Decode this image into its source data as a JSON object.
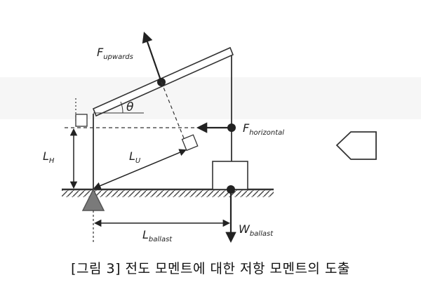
{
  "labels": {
    "f_upwards": {
      "main": "F",
      "sub": "upwards"
    },
    "f_horizontal": {
      "main": "F",
      "sub": "horizontal"
    },
    "theta": "θ",
    "l_h": {
      "main": "L",
      "sub": "H"
    },
    "l_u": {
      "main": "L",
      "sub": "U"
    },
    "l_ballast": {
      "main": "L",
      "sub": "ballast"
    },
    "w_ballast": {
      "main": "W",
      "sub": "ballast"
    }
  },
  "caption": "[그림 3] 전도 모멘트에 대한 저항 모멘트의 도출",
  "colors": {
    "ink": "#222222",
    "ground": "#444444",
    "pivot": "#777777",
    "background": "#ffffff",
    "faint_watermark": "#f0f0f0"
  },
  "icons": [
    "pivot-triangle-icon",
    "side-pentagon-icon"
  ]
}
